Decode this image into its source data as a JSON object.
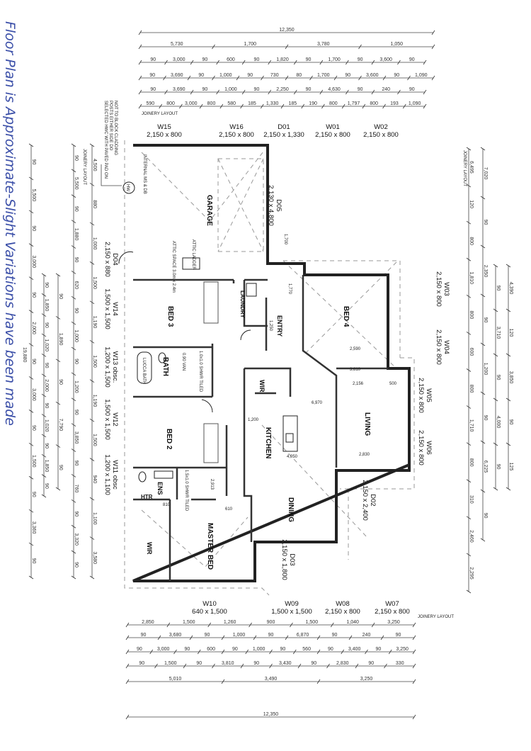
{
  "note": "Floor Plan is Approximate-Slight Variations have been made",
  "hwc_note": [
    "SELECTED HWC WITH PAVED PAD ON",
    "POSTS EITHER SIDE DO",
    "NOT TO BLOCK CLADDING"
  ],
  "joinery_label": "JOINERY LAYOUT",
  "hw_symbol": "HW",
  "openings_top": [
    {
      "id": "W15",
      "size": "2,150 x 800"
    },
    {
      "id": "W16",
      "size": "2,150 x 800"
    },
    {
      "id": "D01",
      "size": "2,150 x 1,330"
    },
    {
      "id": "W01",
      "size": "2,150 x 800"
    },
    {
      "id": "W02",
      "size": "2,150 x 800"
    }
  ],
  "openings_bottom": [
    {
      "id": "W10",
      "size": "640 x 1,500"
    },
    {
      "id": "W09",
      "size": "1,500 x 1,500"
    },
    {
      "id": "W08",
      "size": "2,150 x 800"
    },
    {
      "id": "W07",
      "size": "2,150 x 800"
    }
  ],
  "openings_left": [
    {
      "id": "D04",
      "size": "2,150 x 880"
    },
    {
      "id": "W14",
      "size": "1,500 x 1,500"
    },
    {
      "id": "W13 obsc.",
      "size": "1,200 x 1,500"
    },
    {
      "id": "W12",
      "size": "1,500 x 1,500"
    },
    {
      "id": "W11 obsc",
      "size": "1,200 x 1,100"
    }
  ],
  "openings_right": [
    {
      "id": "W03",
      "size": "2,150 x 800"
    },
    {
      "id": "W04",
      "size": "2,150 x 800"
    },
    {
      "id": "W05",
      "size": "2,150 x 800"
    },
    {
      "id": "W06",
      "size": "2,150 x 800"
    },
    {
      "id": "D02",
      "size": "2,150 x 2,400"
    },
    {
      "id": "D03",
      "size": "2,150 x 1,800"
    },
    {
      "id": "D05",
      "size": "2,130 x 4,800"
    }
  ],
  "rooms": {
    "garage": "GARAGE",
    "attic_ladder": "ATTIC LADDER",
    "attic_space": "ATTIC SPACE 3.0m x 2.4m",
    "internal_ms_db": "INTERNAL MS & DB",
    "bed3": "BED 3",
    "laundry": "LAUNDRY",
    "entry": "ENTRY",
    "bed4": "BED 4",
    "bath": "BATH",
    "bath_tub": "LUCCA BATH",
    "shower": "1.0x1.0 SHWR TILED",
    "vanity": "0.90 VAN",
    "wir_kitchen": "WIR",
    "kitchen": "KITCHEN",
    "living": "LIVING",
    "bed2": "BED 2",
    "ens": "ENS",
    "ens_shower": "1.5x1.0 SHWR TILED",
    "htr": "HTR",
    "wir_master": "WIR",
    "master_bed": "MASTER BED",
    "dining": "DINING"
  },
  "interior_dims": [
    "1,700",
    "1,770",
    "1,250",
    "2,590",
    "3,610",
    "2,156",
    "500",
    "6,970",
    "1,200",
    "4,050",
    "2,830",
    "810",
    "610",
    "2,913"
  ],
  "dims_top": [
    [
      "12,350"
    ],
    [
      "5,730",
      "1,700",
      "3,780",
      "1,050"
    ],
    [
      "90",
      "3,000",
      "90",
      "600",
      "90",
      "1,820",
      "90",
      "1,700",
      "90",
      "3,600",
      "90"
    ],
    [
      "90",
      "3,690",
      "90",
      "1,000",
      "90",
      "730",
      "80",
      "1,700",
      "90",
      "3,600",
      "90",
      "1,090"
    ],
    [
      "90",
      "3,690",
      "90",
      "1,000",
      "90",
      "2,250",
      "90",
      "4,630",
      "90",
      "240",
      "90"
    ],
    [
      "590",
      "800",
      "3,000",
      "800",
      "580",
      "185",
      "1,330",
      "185",
      "190",
      "800",
      "1,797",
      "800",
      "193",
      "1,090"
    ]
  ],
  "dims_bottom": [
    [
      "2,850",
      "1,500",
      "1,260",
      "900",
      "1,500",
      "1,040",
      "3,250"
    ],
    [
      "90",
      "3,680",
      "90",
      "1,000",
      "90",
      "6,870",
      "90",
      "240",
      "90"
    ],
    [
      "90",
      "3,000",
      "90",
      "600",
      "90",
      "1,000",
      "90",
      "560",
      "90",
      "3,400",
      "90",
      "3,250"
    ],
    [
      "90",
      "1,500",
      "90",
      "3,810",
      "90",
      "3,430",
      "90",
      "2,830",
      "90",
      "330"
    ],
    [
      "5,010",
      "3,490",
      "3,250"
    ],
    [
      "12,350"
    ]
  ],
  "dims_left": [
    [
      "19,880"
    ],
    [
      "90",
      "5,500",
      "90",
      "3,000",
      "90",
      "2,000",
      "90",
      "3,000",
      "90",
      "1,500",
      "90",
      "3,360",
      "90"
    ],
    [
      "90",
      "1,850",
      "90",
      "1,020",
      "90",
      "2,000",
      "90",
      "1,020",
      "90",
      "1,850",
      "90"
    ],
    [
      "90",
      "1,890",
      "90",
      "7,790",
      "90"
    ],
    [
      "90",
      "5,500",
      "90",
      "1,880",
      "90",
      "620",
      "90",
      "1,000",
      "90",
      "1,200",
      "90",
      "3,850",
      "90",
      "760",
      "90",
      "3,320",
      "90"
    ],
    [
      "4,500",
      "880",
      "1,000",
      "1,500",
      "1,190",
      "1,500",
      "1,190",
      "1,500",
      "940",
      "1,100",
      "3,580"
    ]
  ],
  "dims_right": [
    [
      "6,495",
      "120",
      "800",
      "1,810",
      "800",
      "600",
      "800",
      "1,710",
      "800",
      "310",
      "2,460",
      "2,295"
    ],
    [
      "7,020",
      "90",
      "2,350",
      "90",
      "1,200",
      "90",
      "6,225",
      "90"
    ],
    [
      "90",
      "3,710",
      "90",
      "4,000",
      "90"
    ],
    [
      "4,390",
      "120",
      "3,850",
      "90",
      "125"
    ]
  ]
}
